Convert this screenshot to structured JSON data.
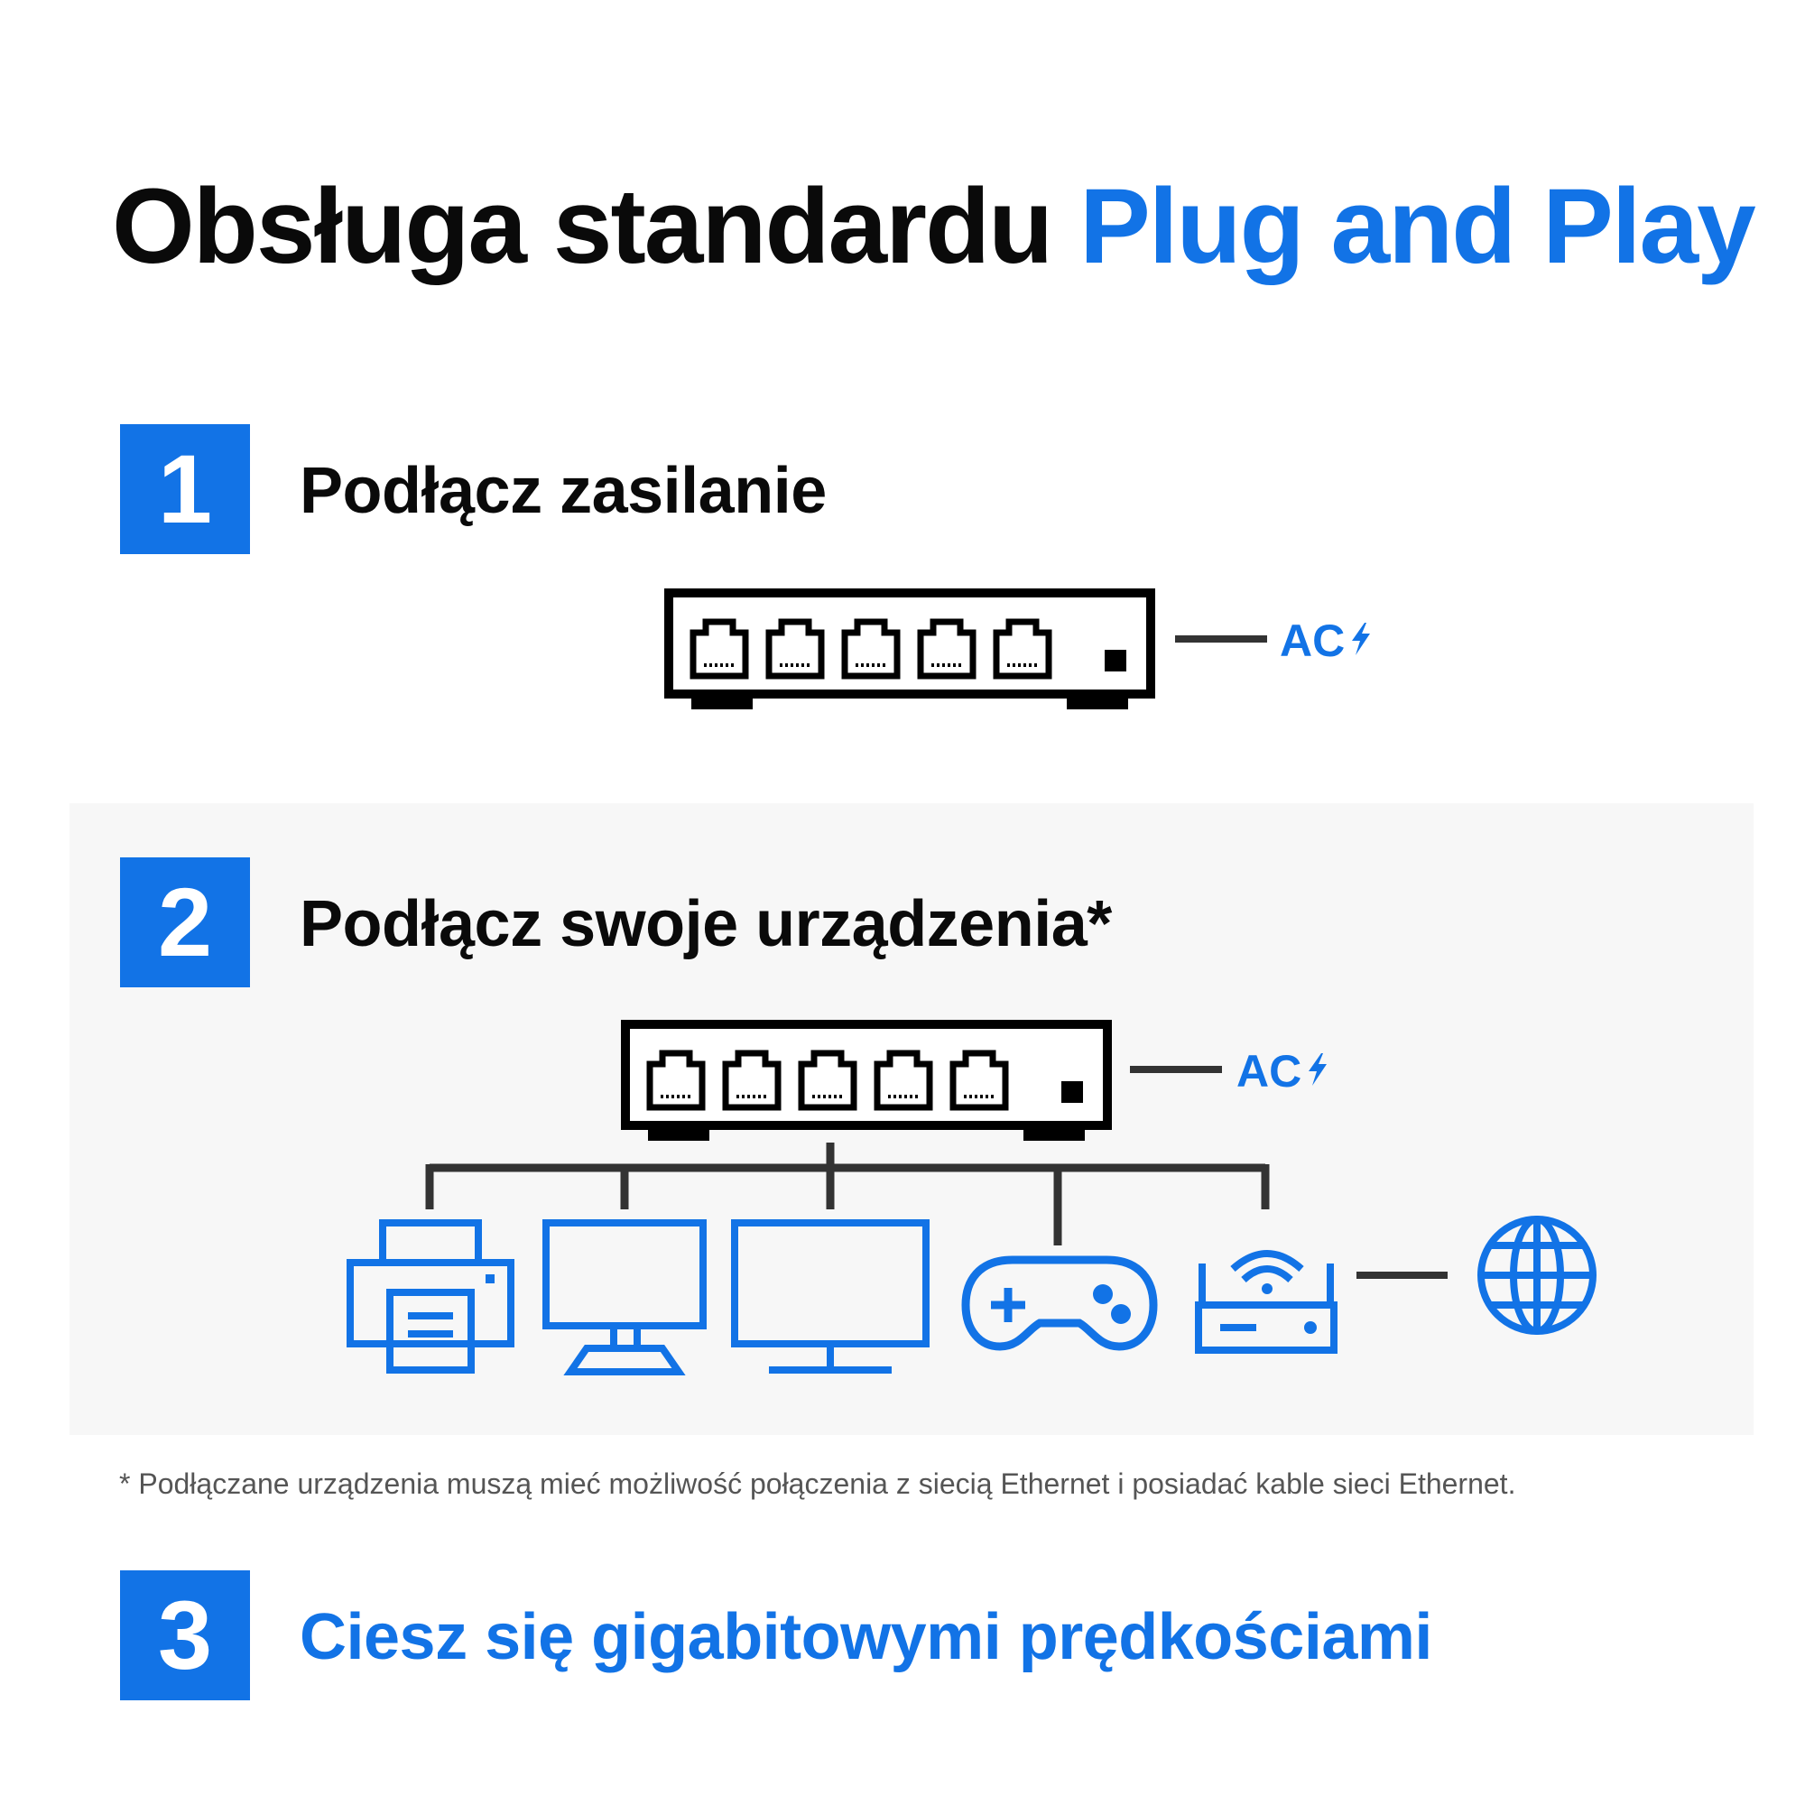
{
  "title": {
    "part1": "Obsługa standardu",
    "part2": "Plug and Play"
  },
  "steps": [
    {
      "number": "1",
      "label": "Podłącz zasilanie"
    },
    {
      "number": "2",
      "label": "Podłącz swoje urządzenia*"
    },
    {
      "number": "3",
      "label": "Ciesz się gigabitowymi prędkościami"
    }
  ],
  "power_label": "AC",
  "footnote": "* Podłączane urządzenia muszą mieć możliwość połączenia z siecią Ethernet i posiadać kable sieci Ethernet.",
  "devices": [
    "printer-icon",
    "desktop-icon",
    "monitor-icon",
    "gamepad-icon",
    "router-icon",
    "globe-icon"
  ],
  "colors": {
    "accent": "#1273e6",
    "text": "#0a0a0a",
    "panel": "#f7f7f7",
    "line": "#333333"
  }
}
